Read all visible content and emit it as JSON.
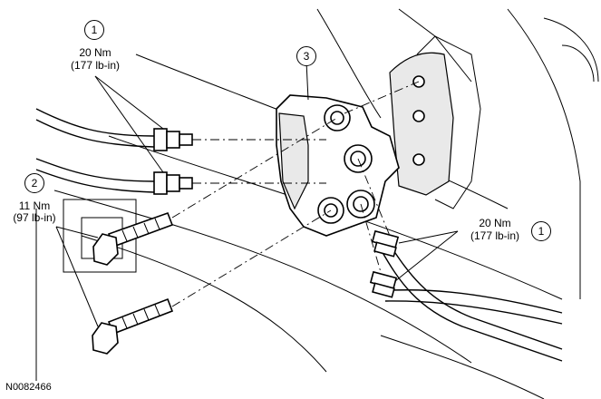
{
  "figure_id": "N0082466",
  "callouts": {
    "c1_top": {
      "number": "1",
      "torque_nm": "20 Nm",
      "torque_lbin": "(177 lb-in)"
    },
    "c2": {
      "number": "2",
      "torque_nm": "11 Nm",
      "torque_lbin": "(97 lb-in)"
    },
    "c3": {
      "number": "3"
    },
    "c1_right": {
      "number": "1",
      "torque_nm": "20 Nm",
      "torque_lbin": "(177 lb-in)"
    }
  }
}
